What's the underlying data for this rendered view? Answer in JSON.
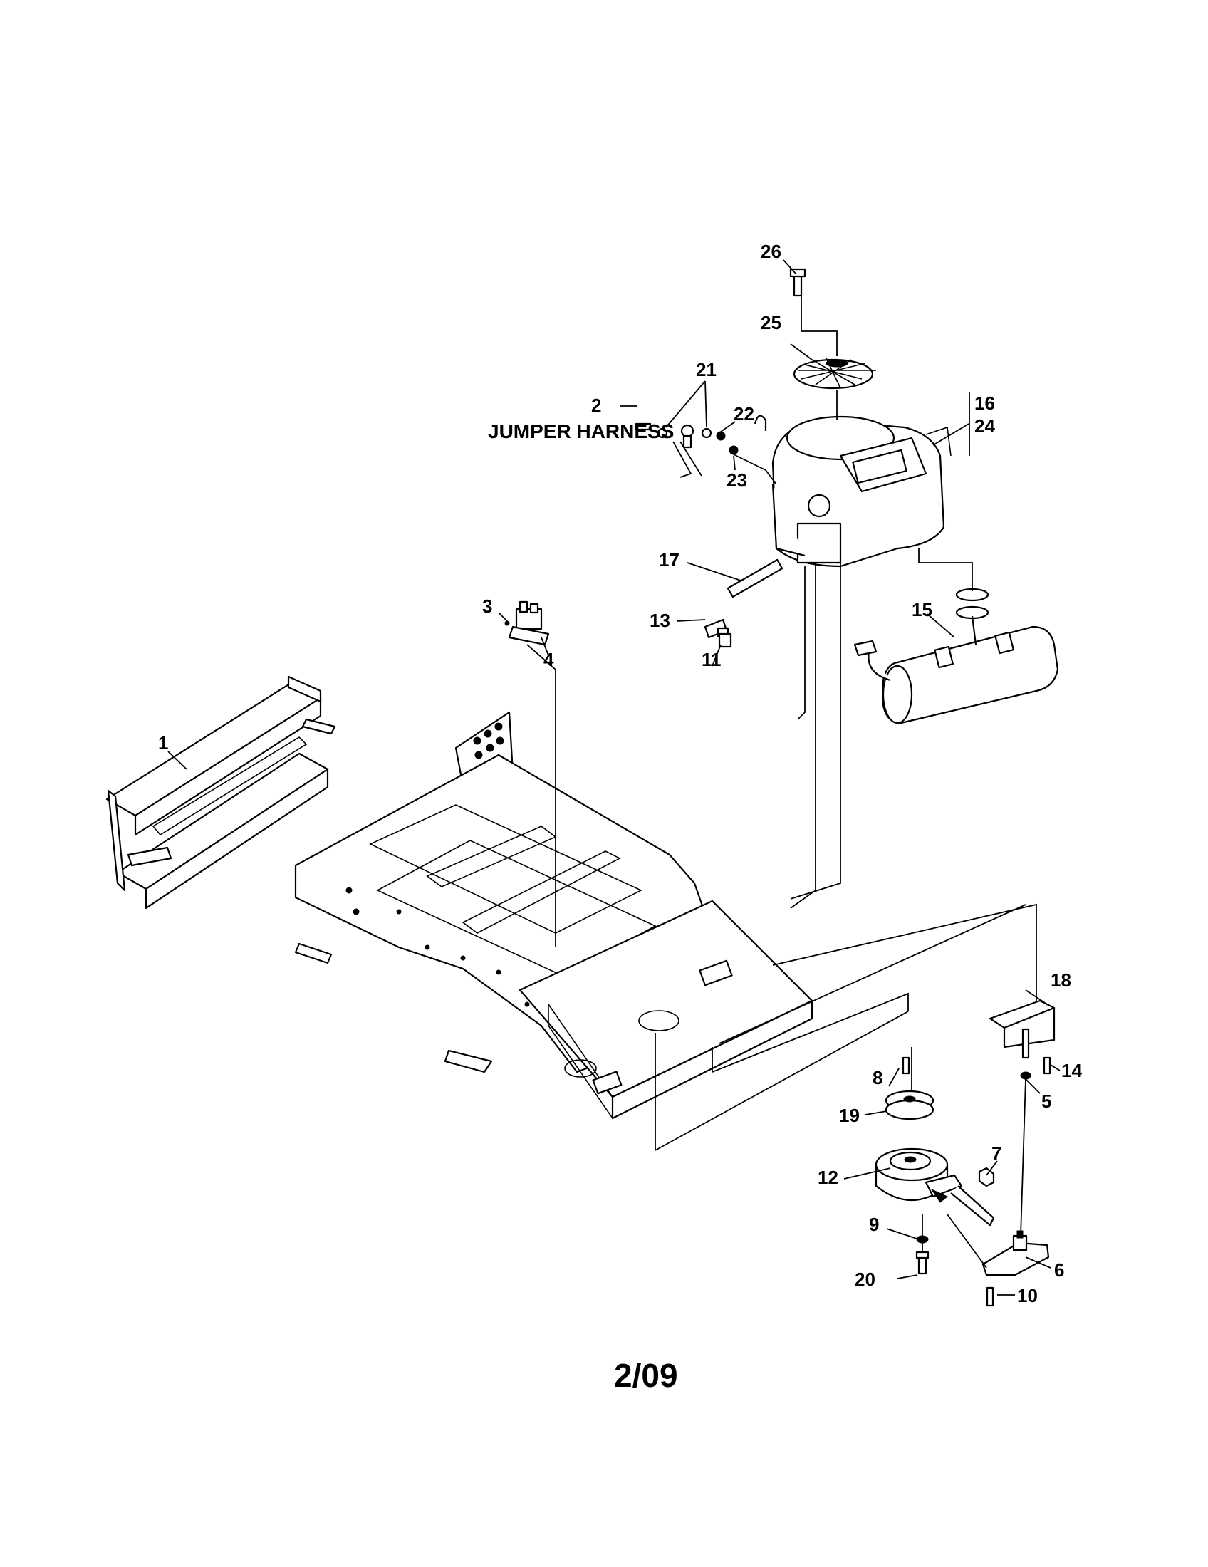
{
  "callouts": [
    {
      "id": "1",
      "label": "1"
    },
    {
      "id": "2",
      "label": "2"
    },
    {
      "id": "3",
      "label": "3"
    },
    {
      "id": "4",
      "label": "4"
    },
    {
      "id": "5",
      "label": "5"
    },
    {
      "id": "6",
      "label": "6"
    },
    {
      "id": "7",
      "label": "7"
    },
    {
      "id": "8",
      "label": "8"
    },
    {
      "id": "9",
      "label": "9"
    },
    {
      "id": "10",
      "label": "10"
    },
    {
      "id": "11",
      "label": "11"
    },
    {
      "id": "12",
      "label": "12"
    },
    {
      "id": "13",
      "label": "13"
    },
    {
      "id": "14",
      "label": "14"
    },
    {
      "id": "15",
      "label": "15"
    },
    {
      "id": "16",
      "label": "16"
    },
    {
      "id": "17",
      "label": "17"
    },
    {
      "id": "18",
      "label": "18"
    },
    {
      "id": "19",
      "label": "19"
    },
    {
      "id": "20",
      "label": "20"
    },
    {
      "id": "21",
      "label": "21"
    },
    {
      "id": "22",
      "label": "22"
    },
    {
      "id": "23",
      "label": "23"
    },
    {
      "id": "24",
      "label": "24"
    },
    {
      "id": "25",
      "label": "25"
    },
    {
      "id": "26",
      "label": "26"
    }
  ],
  "labels": {
    "jumper_harness": "JUMPER HARNESS"
  },
  "footer": {
    "date_code": "2/09"
  }
}
